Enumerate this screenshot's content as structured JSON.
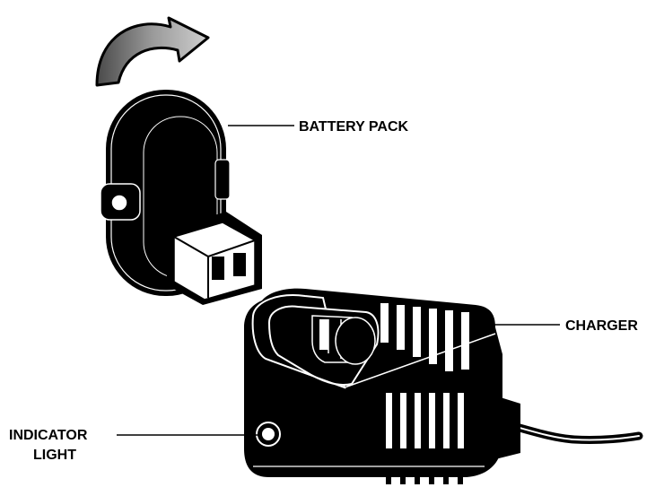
{
  "labels": {
    "battery_pack": "BATTERY PACK",
    "charger": "CHARGER",
    "indicator_line1": "INDICATOR",
    "indicator_line2": "LIGHT"
  },
  "colors": {
    "ink": "#000000",
    "arrow_fill": "#6e6e6e",
    "arrow_light": "#bdbdbd",
    "background": "#ffffff"
  },
  "icons": {
    "rotation_arrow": "curved-rotate-arrow-icon"
  }
}
